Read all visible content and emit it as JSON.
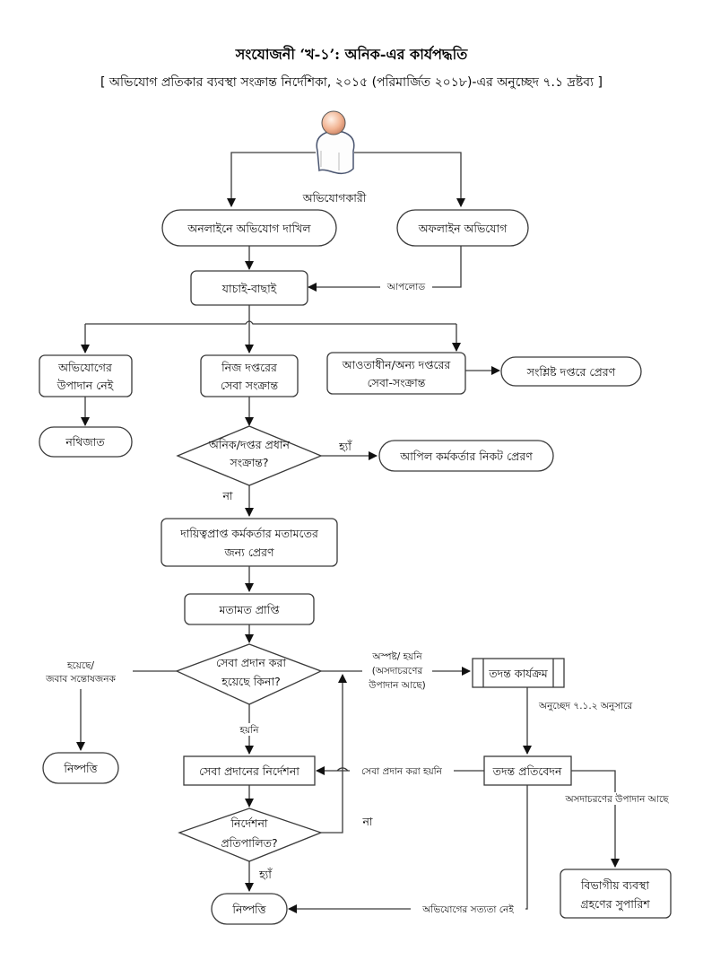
{
  "title": "সংযোজনী ‘খ-১’: অনিক-এর কার্যপদ্ধতি",
  "subtitle": "[ অভিযোগ প্রতিকার ব্যবস্থা সংক্রান্ত নির্দেশিকা, ২০১৫ (পরিমার্জিত ২০১৮)-এর অনুচ্ছেদ ৭.১ দ্রষ্টব্য ]",
  "actor": {
    "icon": "person-icon",
    "label": "অভিযোগকারী"
  },
  "nodes": {
    "online": "অনলাইনে অভিযোগ দাখিল",
    "offline": "অফলাইন অভিযোগ",
    "verify": "যাচাই-বাছাই",
    "no_element": [
      "অভিযোগের",
      "উপাদান নেই"
    ],
    "own_office": [
      "নিজ দপ্তরের",
      "সেবা সংক্রান্ত"
    ],
    "other_office": [
      "আওতাধীন/অন্য দপ্তরের",
      "সেবা-সংক্রান্ত"
    ],
    "send_concerned": "সংশ্লিষ্ট দপ্তরে প্রেরণ",
    "filed": "নথিজাত",
    "decision_head": [
      "অনিক/দপ্তর প্রধান",
      "সংক্রান্ত?"
    ],
    "appeal_officer": "আপিল কর্মকর্তার নিকট প্রেরণ",
    "send_opinion": [
      "দায়িত্বপ্রাপ্ত কর্মকর্তার মতামতের",
      "জন্য প্রেরণ"
    ],
    "opinion_received": "মতামত প্রাপ্তি",
    "decision_served": [
      "সেবা প্রদান করা",
      "হয়েছে কিনা?"
    ],
    "settled_left": "নিষ্পত্তি",
    "investigation": "তদন্ত কার্যক্রম",
    "service_directive": "সেবা প্রদানের নির্দেশনা",
    "investigation_report": "তদন্ত প্রতিবেদন",
    "decision_complied": [
      "নির্দেশনা",
      "প্রতিপালিত?"
    ],
    "settled_bottom": "নিষ্পত্তি",
    "departmental_action": [
      "বিভাগীয় ব্যবস্থা",
      "গ্রহণের সুপারিশ"
    ]
  },
  "edge_labels": {
    "upload": "আপলোড",
    "yes_head": "হ্যাঁ",
    "no_head": "না",
    "served_yes": [
      "হয়েছে/",
      "জবাব সন্তোষজনক"
    ],
    "unclear": [
      "অস্পষ্ট/ হয়নি",
      "(অসদাচরণের",
      "উপাদান আছে)"
    ],
    "not_served": "হয়নি",
    "para_ref": "অনুচ্ছেদ ৭.১.২ অনুসারে",
    "service_not_given": "সেবা প্রদান করা হয়নি",
    "not_complied": "না",
    "misconduct_exists": "অসদাচরণের উপাদান আছে",
    "complied_yes": "হ্যাঁ",
    "no_truth": "অভিযোগের সত্যতা নেই"
  }
}
